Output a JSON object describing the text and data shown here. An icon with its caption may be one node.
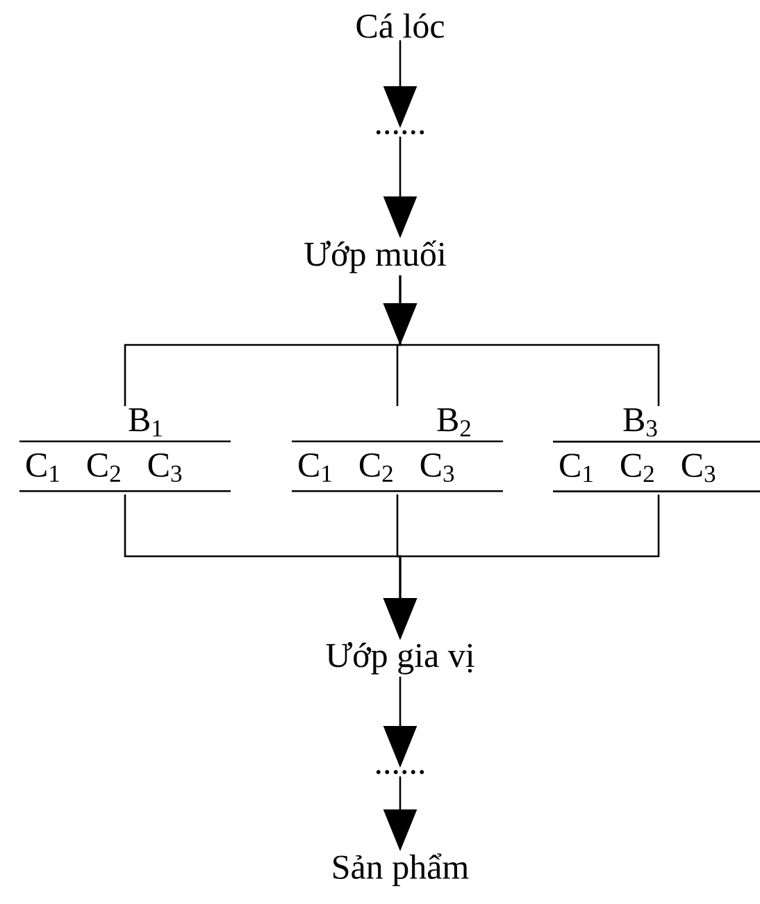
{
  "diagram": {
    "nodes": [
      {
        "text": [
          "Cá lóc"
        ]
      },
      {
        "text": [
          "......"
        ]
      },
      {
        "text": [
          "Ướp muối"
        ]
      },
      {
        "text": [
          "B$_{1}$",
          "C$_{1}$ C$_{2}$ C$_{3}$"
        ]
      },
      {
        "text": [
          "B$_{2}$",
          "C$_{1}$ C$_{2}$ C$_{3}$"
        ]
      },
      {
        "text": [
          "B$_{3}$",
          "C$_{1}$ C$_{2}$ C$_{3}$"
        ]
      },
      {
        "text": [
          "Ướp gia vị"
        ]
      },
      {
        "text": [
          "......"
        ]
      },
      {
        "text": [
          "Sản phẩm"
        ]
      }
    ],
    "edges": [
      {
        "from": 0,
        "to": 1,
        "arrow": "to"
      },
      {
        "from": 1,
        "to": 2,
        "arrow": "to"
      },
      {
        "from": 2,
        "to": 3,
        "arrow": "to"
      },
      {
        "from": 2,
        "to": 4,
        "arrow": "to"
      },
      {
        "from": 2,
        "to": 5,
        "arrow": "to"
      },
      {
        "from": 3,
        "to": 6,
        "arrow": "to"
      },
      {
        "from": 4,
        "to": 6,
        "arrow": "to"
      },
      {
        "from": 5,
        "to": 6,
        "arrow": "to"
      },
      {
        "from": 6,
        "to": 7,
        "arrow": "to"
      },
      {
        "from": 7,
        "to": 8,
        "arrow": "to"
      }
    ]
  }
}
